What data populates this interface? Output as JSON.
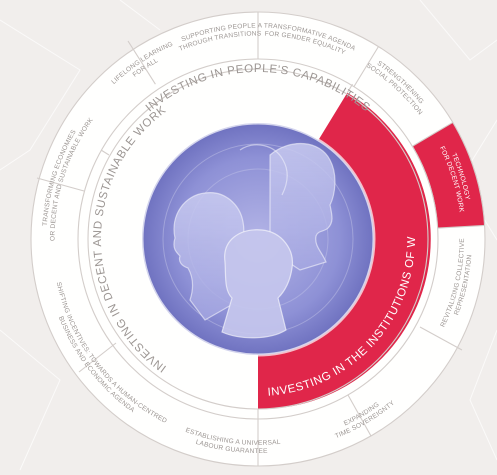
{
  "colors": {
    "background": "#f1eeec",
    "outer_ring": "#ffffff",
    "ring_line": "#cfc9c6",
    "text_gray": "#9c9693",
    "accent_red": "#e0264a",
    "accent_red_light": "#ee4b68",
    "center_blue": "#8e91d6",
    "center_blue_dark": "#6d70bf"
  },
  "outer_segments": {
    "lifelong_learning": [
      "LIFELONG LEARNING",
      "FOR ALL"
    ],
    "supporting_people": [
      "SUPPORTING PEOPLE",
      "THROUGH TRANSITIONS"
    ],
    "gender_agenda": [
      "A TRANSFORMATIVE AGENDA",
      "FOR GENDER EQUALITY"
    ],
    "social_protection": [
      "STRENGTHENING",
      "SOCIAL PROTECTION"
    ],
    "technology": [
      "TECHNOLOGY",
      "FOR DECENT WORK"
    ],
    "collective_representation": [
      "REVITALIZING COLLECTIVE",
      "REPRESENTATION"
    ],
    "time_sovereignty": [
      "EXPANDING",
      "TIME SOVEREIGNTY"
    ],
    "labour_guarantee": [
      "ESTABLISHING A UNIVERSAL",
      "LABOUR GUARANTEE"
    ],
    "shifting_incentives": [
      "SHIFTING INCENTIVES: TOWARDS A HUMAN-CENTRED",
      "BUSINESS AND ECONOMIC AGENDA"
    ],
    "transforming_economies": [
      "TRANSFORMING ECONOMIES",
      "FOR DECENT AND SUSTAINABLE WORK"
    ]
  },
  "inner_ring": {
    "capabilities": "INVESTING IN PEOPLE'S CAPABILITIES",
    "institutions": "INVESTING IN THE INSTITUTIONS OF WORK",
    "decent_work": "INVESTING IN DECENT AND SUSTAINABLE WORK"
  },
  "center": {
    "icon": "human-profiles-icon"
  }
}
